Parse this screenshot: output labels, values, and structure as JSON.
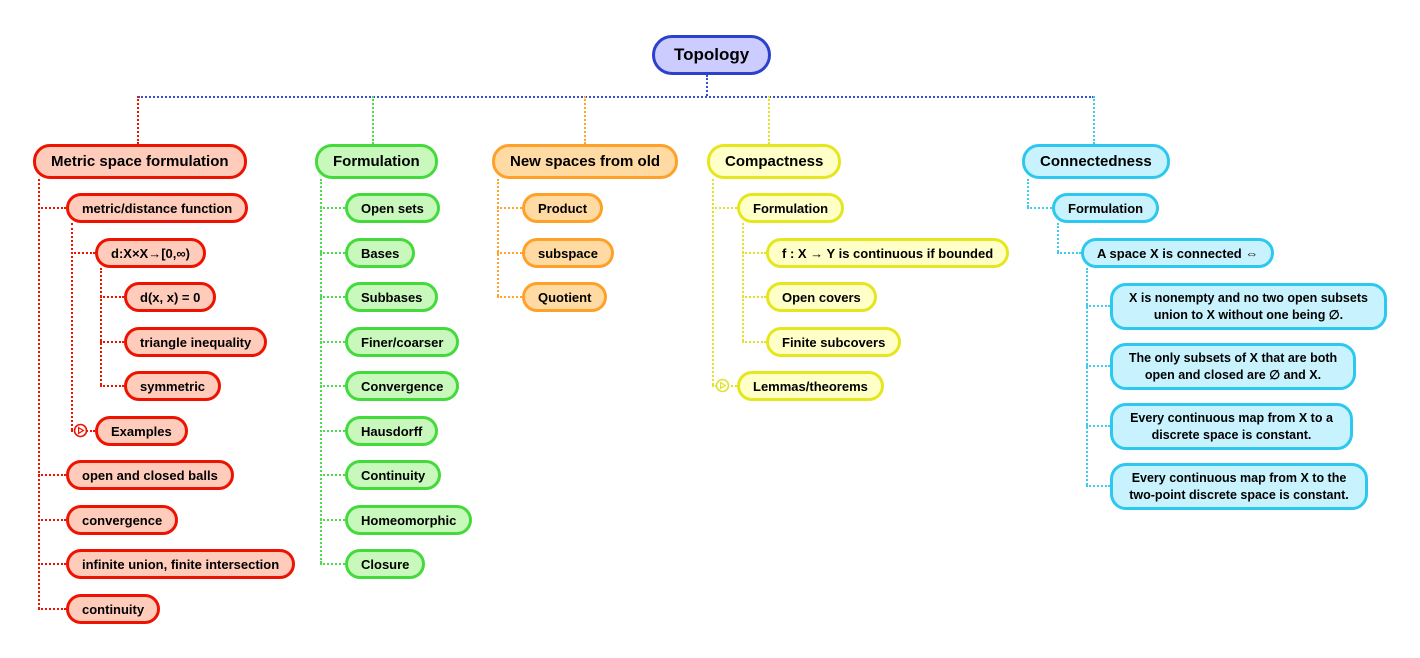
{
  "app": {
    "type": "mind-map",
    "subject": "Topology"
  },
  "root": {
    "label": "Topology"
  },
  "colors": {
    "root_border": "#2b41cc",
    "root_fill": "#ccccff",
    "trunk_line": "#3350d6",
    "red": "#ee1200",
    "red_fill": "#ffccbb",
    "green": "#44da3c",
    "green_fill": "#c9f8bd",
    "orange": "#ffa128",
    "orange_fill": "#ffdaa2",
    "yellow": "#e6e61e",
    "yellow_fill": "#ffffc8",
    "cyan": "#2cc8ef",
    "cyan_fill": "#c8f3fe"
  },
  "branches": [
    {
      "title": "Metric space formulation",
      "accent": "#ee1200",
      "items": {
        "metric_function": "metric/distance function",
        "d_definition": "d:X×X→[0,∞)",
        "d_zero": "d(x, x) = 0",
        "triangle_inequality": "triangle inequality",
        "symmetric": "symmetric",
        "examples": "Examples",
        "open_closed_balls": "open and closed balls",
        "convergence": "convergence",
        "infinite_union": "infinite union, finite intersection",
        "continuity": "continuity"
      }
    },
    {
      "title": "Formulation",
      "accent": "#44da3c",
      "items": {
        "open_sets": "Open sets",
        "bases": "Bases",
        "subbases": "Subbases",
        "finer_coarser": "Finer/coarser",
        "convergence": "Convergence",
        "hausdorff": "Hausdorff",
        "continuity": "Continuity",
        "homeomorphic": "Homeomorphic",
        "closure": "Closure"
      }
    },
    {
      "title": "New spaces from old",
      "accent": "#ffa128",
      "items": {
        "product": "Product",
        "subspace": "subspace",
        "quotient": "Quotient"
      }
    },
    {
      "title": "Compactness",
      "accent": "#e6e61e",
      "items": {
        "formulation": "Formulation",
        "continuous_if_bounded": "f : X → Y is continuous if bounded",
        "open_covers": "Open covers",
        "finite_subcovers": "Finite subcovers",
        "lemmas_theorems": "Lemmas/theorems"
      }
    },
    {
      "title": "Connectedness",
      "accent": "#2cc8ef",
      "items": {
        "formulation": "Formulation",
        "connected_def": "A space X is connected ⇔",
        "nonempty_def": "X is nonempty and no two open subsets union to X without one being ∅.",
        "clopen_def": "The only subsets of X that are both open and closed are ∅ and X.",
        "discrete_constant": "Every continuous map from X to a discrete space is constant.",
        "two_point_constant": "Every continuous map from X to the two-point discrete space is constant."
      }
    }
  ]
}
